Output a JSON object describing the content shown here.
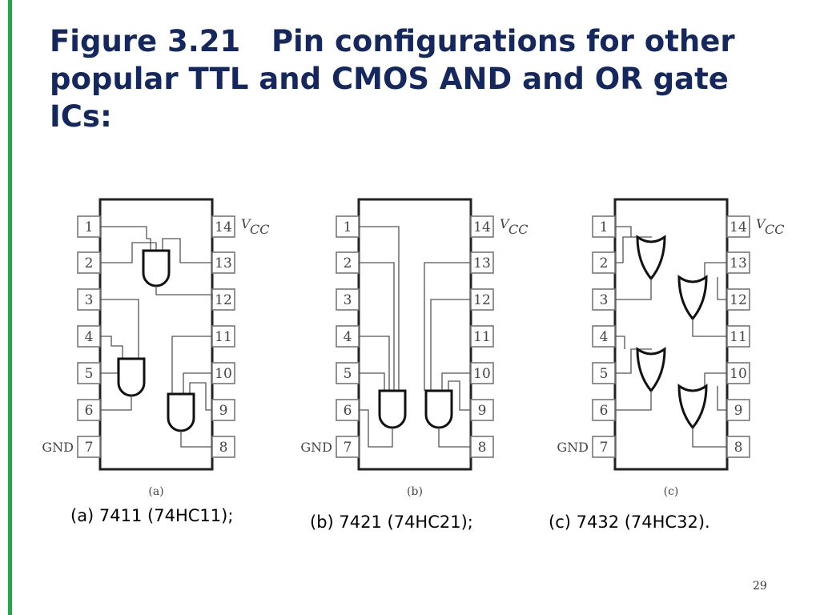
{
  "title": "Figure 3.21   Pin configurations for other popular TTL and CMOS AND and OR gate ICs:",
  "page_number": "29",
  "vcc_label": "V",
  "vcc_sub": "CC",
  "gnd_label": "GND",
  "colors": {
    "title": "#14285f",
    "accent_bar": "#1fa84a"
  },
  "chips": [
    {
      "part": "7411",
      "gate_type": "AND",
      "sub_label": "(a)",
      "caption": "(a) 7411 (74HC11);",
      "left_pins": [
        "1",
        "2",
        "3",
        "4",
        "5",
        "6",
        "7"
      ],
      "right_pins": [
        "14",
        "13",
        "12",
        "11",
        "10",
        "9",
        "8"
      ]
    },
    {
      "part": "7421",
      "gate_type": "AND",
      "sub_label": "(b)",
      "caption": "(b) 7421 (74HC21);",
      "left_pins": [
        "1",
        "2",
        "3",
        "4",
        "5",
        "6",
        "7"
      ],
      "right_pins": [
        "14",
        "13",
        "12",
        "11",
        "10",
        "9",
        "8"
      ]
    },
    {
      "part": "7432",
      "gate_type": "OR",
      "sub_label": "(c)",
      "caption": "(c) 7432 (74HC32).",
      "left_pins": [
        "1",
        "2",
        "3",
        "4",
        "5",
        "6",
        "7"
      ],
      "right_pins": [
        "14",
        "13",
        "12",
        "11",
        "10",
        "9",
        "8"
      ]
    }
  ]
}
